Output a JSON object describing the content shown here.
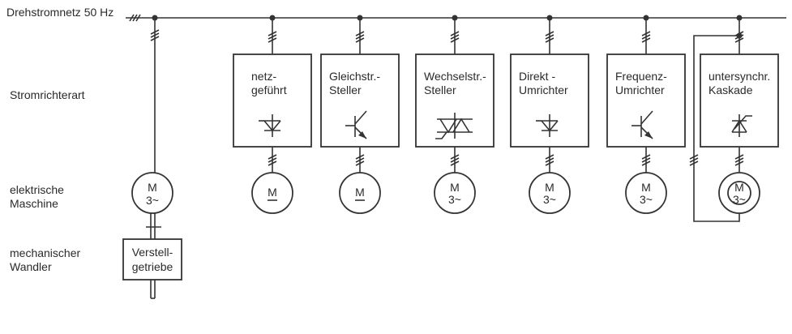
{
  "diagram": {
    "bus_label": "Drehstromnetz 50 Hz",
    "row_labels": {
      "converter_type": "Stromrichterart",
      "machine_line1": "elektrische",
      "machine_line2": "Maschine",
      "mechanical_line1": "mechanischer",
      "mechanical_line2": "Wandler"
    },
    "mechanical_drive": {
      "motor_top": "M",
      "motor_bottom": "3~",
      "converter_line1": "Verstell-",
      "converter_line2": "getriebe"
    },
    "converters": [
      {
        "line1": "netz-",
        "line2": "geführt",
        "symbol": "thyristor-icon",
        "motor_top": "M",
        "motor_bottom": "",
        "dc": true
      },
      {
        "line1": "Gleichstr.-",
        "line2": "Steller",
        "symbol": "transistor-icon",
        "motor_top": "M",
        "motor_bottom": "",
        "dc": true
      },
      {
        "line1": "Wechselstr.-",
        "line2": "Steller",
        "symbol": "triac-icon",
        "motor_top": "M",
        "motor_bottom": "3~",
        "dc": false
      },
      {
        "line1": "Direkt -",
        "line2": "Umrichter",
        "symbol": "thyristor-icon",
        "motor_top": "M",
        "motor_bottom": "3~",
        "dc": false
      },
      {
        "line1": "Frequenz-",
        "line2": "Umrichter",
        "symbol": "transistor-icon",
        "motor_top": "M",
        "motor_bottom": "3~",
        "dc": false
      },
      {
        "line1": "untersynchr.",
        "line2": "Kaskade",
        "symbol": "gto-thyristor-icon",
        "motor_top": "M",
        "motor_bottom": "3~",
        "dc": false
      }
    ]
  }
}
